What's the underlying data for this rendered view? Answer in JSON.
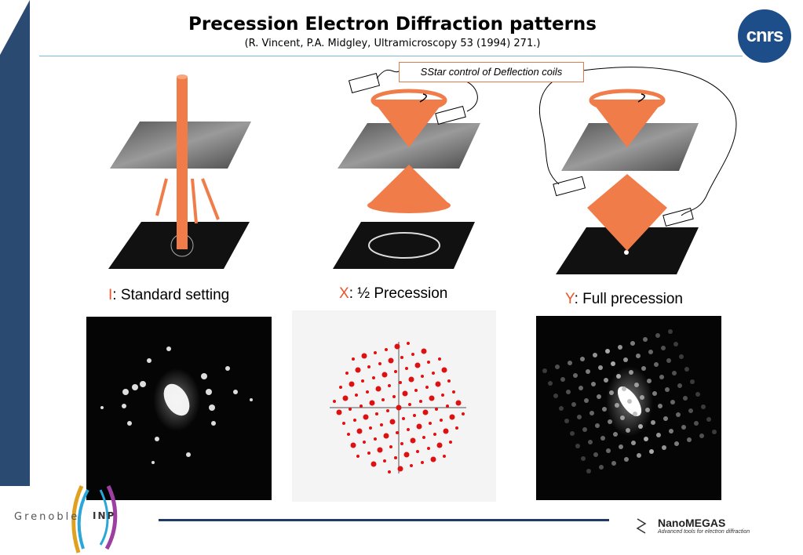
{
  "slide": {
    "title": "Precession Electron Diffraction patterns",
    "subtitle": "(R. Vincent, P.A. Midgley, Ultramicroscopy 53 (1994) 271.)",
    "callout": "SStar control of Deflection coils",
    "logo_text": "CNRS",
    "accent_color": "#f07c4a",
    "sidebar_color": "#2b4a72"
  },
  "settings": [
    {
      "letter": "I",
      "label": ": Standard setting"
    },
    {
      "letter": "X",
      "label": ": ½ Precession"
    },
    {
      "letter": "Y",
      "label": ": Full precession"
    }
  ],
  "footer": {
    "grenoble": "Grenoble",
    "inp": "INP",
    "brand": "NanoMEGAS",
    "tagline": "Advanced tools for electron diffraction"
  }
}
